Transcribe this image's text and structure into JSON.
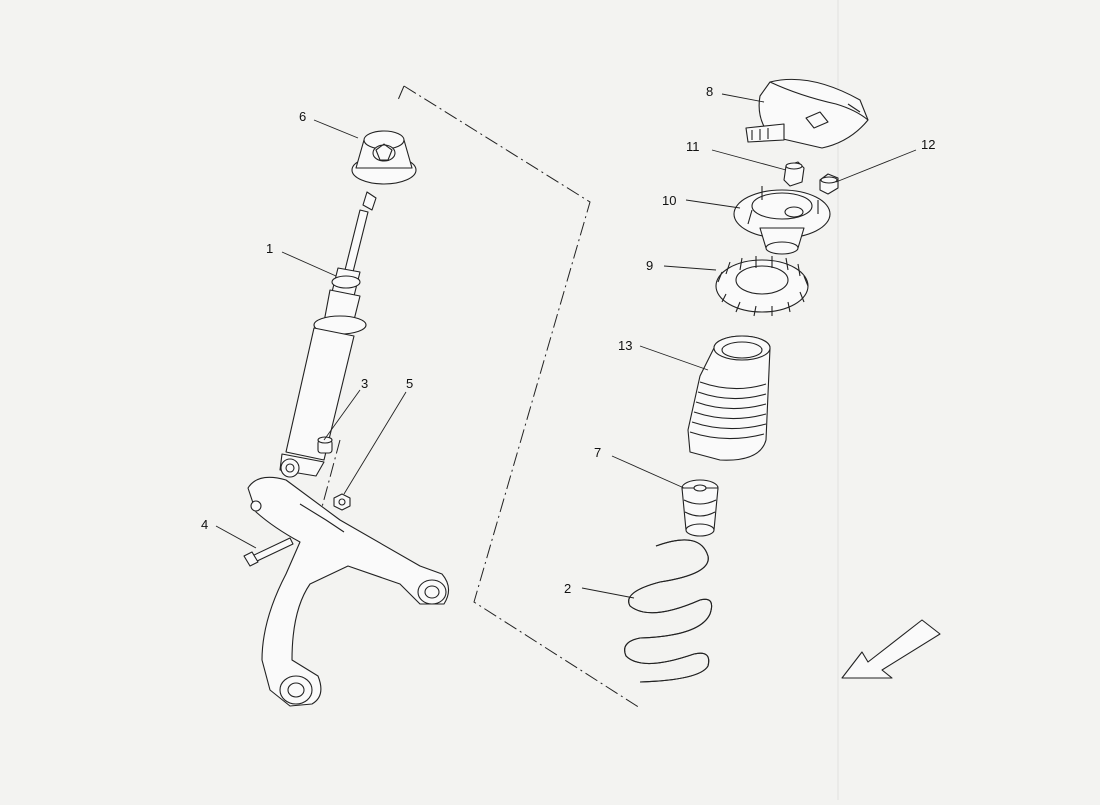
{
  "diagram": {
    "callouts": [
      {
        "id": "1",
        "label": "1"
      },
      {
        "id": "2",
        "label": "2"
      },
      {
        "id": "3",
        "label": "3"
      },
      {
        "id": "4",
        "label": "4"
      },
      {
        "id": "5",
        "label": "5"
      },
      {
        "id": "6",
        "label": "6"
      },
      {
        "id": "7",
        "label": "7"
      },
      {
        "id": "8",
        "label": "8"
      },
      {
        "id": "9",
        "label": "9"
      },
      {
        "id": "10",
        "label": "10"
      },
      {
        "id": "11",
        "label": "11"
      },
      {
        "id": "12",
        "label": "12"
      },
      {
        "id": "13",
        "label": "13"
      }
    ],
    "direction_icon": "arrow-front-left-icon",
    "colors": {
      "background": "#f3f3f1",
      "ink": "#222222"
    }
  }
}
